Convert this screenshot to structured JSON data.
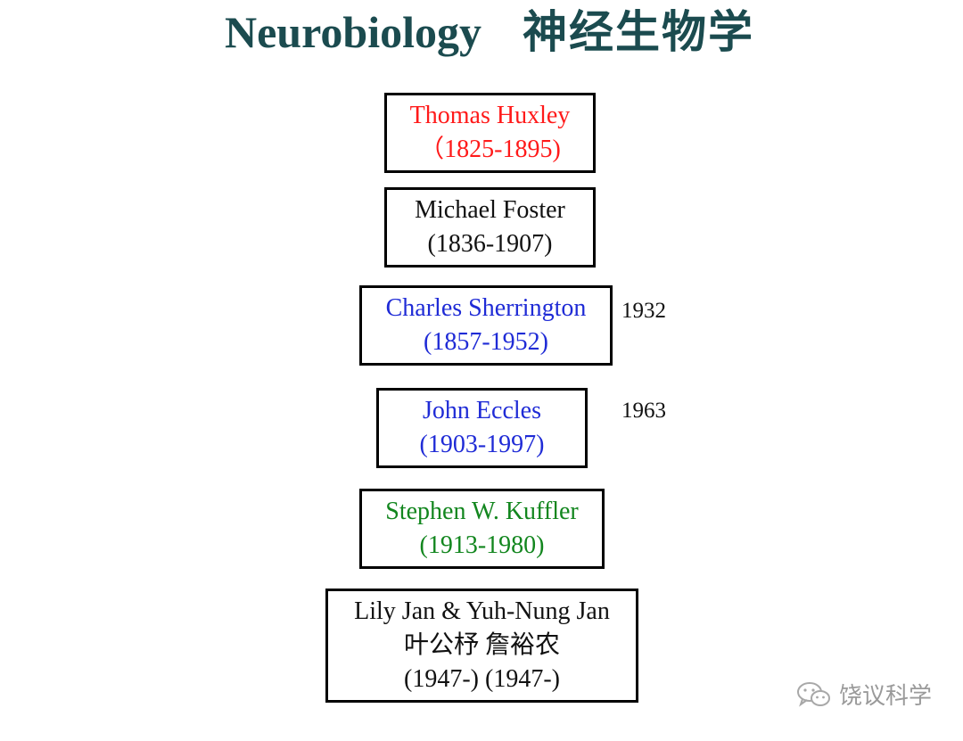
{
  "title": {
    "en": "Neurobiology",
    "cn": "神经生物学"
  },
  "lineage": [
    {
      "id": "huxley",
      "name": "Thomas Huxley",
      "dates": "（1825-1895)",
      "color": "#ff1a1a"
    },
    {
      "id": "foster",
      "name": "Michael Foster",
      "dates": "(1836-1907)",
      "color": "#111111"
    },
    {
      "id": "sherrington",
      "name": "Charles Sherrington",
      "dates": "(1857-1952)",
      "color": "#1f2bd6",
      "award_year": "1932"
    },
    {
      "id": "eccles",
      "name": "John Eccles",
      "dates": "(1903-1997)",
      "color": "#1f2bd6",
      "award_year": "1963"
    },
    {
      "id": "kuffler",
      "name": "Stephen W. Kuffler",
      "dates": "(1913-1980)",
      "color": "#12861e"
    },
    {
      "id": "jan",
      "name": "Lily Jan & Yuh-Nung Jan",
      "name_cn": "叶公杼  詹裕农",
      "dates": "(1947-) (1947-)",
      "color": "#111111"
    }
  ],
  "watermark": {
    "text": "饶议科学",
    "icon": "wechat-icon"
  }
}
